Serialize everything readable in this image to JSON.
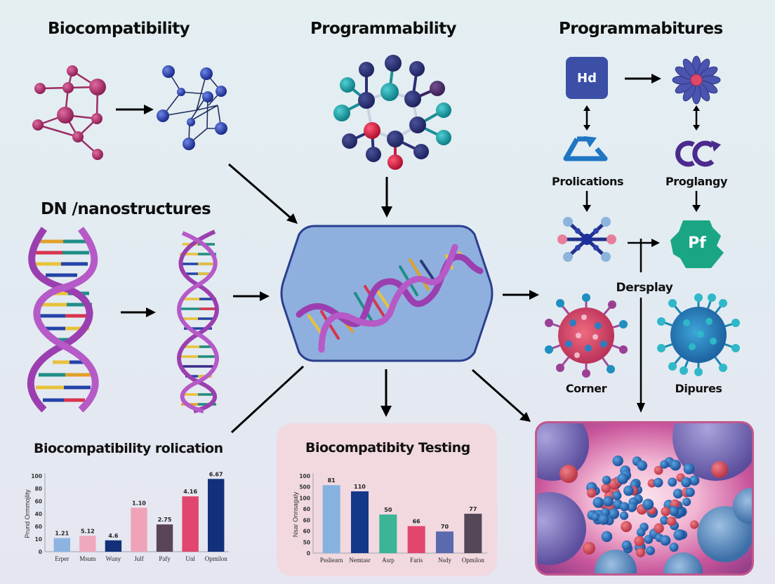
{
  "headings": {
    "biocompatibility": "Biocompatibility",
    "programmability": "Programmability",
    "programmabitures": "Programmabitures",
    "dna_nanostructures": "DN /nanostructures"
  },
  "right_panel": {
    "hd_box_text": "Hd",
    "pf_box_text": "Pf",
    "prolications_label": "Prolications",
    "proglangy_label": "Proglangy",
    "dersplay_label": "Dersplay",
    "corner_label": "Corner",
    "dipures_label": "Dipures"
  },
  "colors": {
    "hub_fill": "#8fb0de",
    "hub_border": "#2b3f8f",
    "helix_purple": "#9b3fb0",
    "hd_box": "#3b4fa6",
    "pf_shape": "#1aa685",
    "recycle_blue": "#1f76c2",
    "loop_purple": "#4b2a8e",
    "molecule_pink": "#b8326f",
    "molecule_blue": "#2f43b0"
  },
  "chart_data": [
    {
      "type": "bar",
      "title": "Biocompatibility rolication",
      "xlabel": "",
      "ylabel": "Prund Ormmojlity",
      "ylim": [
        0,
        100
      ],
      "yticks": [
        "0",
        "10",
        "60",
        "40",
        "60",
        "80",
        "100"
      ],
      "categories": [
        "Erper",
        "Msum",
        "Wuny",
        "Julf",
        "Pafy",
        "Unl",
        "Opmilon"
      ],
      "values": [
        18,
        21,
        15,
        58,
        36,
        73,
        96
      ],
      "data_labels": [
        "1.21",
        "5.12",
        "4.6",
        "1.10",
        "2.75",
        "4.16",
        "6.67"
      ],
      "colors": [
        "#8db3e0",
        "#f0a8bd",
        "#13307a",
        "#f0a3b8",
        "#5a4457",
        "#e0466e",
        "#13307a"
      ],
      "grid": false,
      "legend": "none"
    },
    {
      "type": "bar",
      "title": "Biocompatibity Testing",
      "xlabel": "",
      "ylabel": "Nsar Onnsagaly",
      "ylim": [
        0,
        100
      ],
      "yticks": [
        "0",
        "50",
        "60",
        "60",
        "60",
        "100",
        "500",
        "100"
      ],
      "categories": [
        "Pssliearn",
        "Nemtasr",
        "Asrp",
        "Faris",
        "Nsdy",
        "Opmilon"
      ],
      "values": [
        88,
        80,
        50,
        35,
        28,
        51
      ],
      "data_labels": [
        "81",
        "110",
        "50",
        "66",
        "70",
        "77"
      ],
      "colors": [
        "#86b2e0",
        "#143889",
        "#3bb595",
        "#e2466c",
        "#5b69ad",
        "#554658"
      ],
      "grid": false,
      "legend": "none"
    }
  ]
}
